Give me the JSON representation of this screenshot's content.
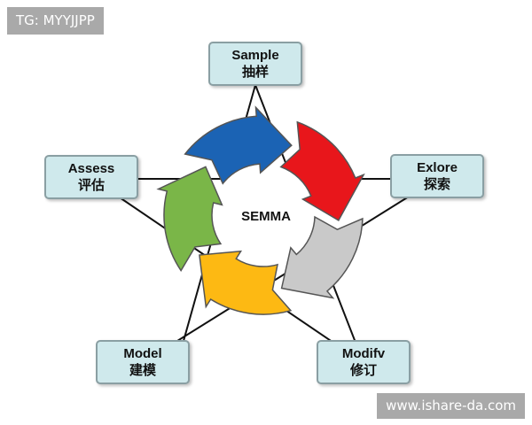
{
  "top_tag": "TG: MYYJJPP",
  "watermark": "www.ishare-da.com",
  "center": "SEMMA",
  "nodes": [
    {
      "en": "Sample",
      "cn": "抽样"
    },
    {
      "en": "Exlore",
      "cn": "探索"
    },
    {
      "en": "Modifv",
      "cn": "修订"
    },
    {
      "en": "Model",
      "cn": "建模"
    },
    {
      "en": "Assess",
      "cn": "评估"
    }
  ],
  "arrow_colors": [
    "#e8161b",
    "#c9c9c9",
    "#fdb913",
    "#7ab648",
    "#1b63b4"
  ]
}
